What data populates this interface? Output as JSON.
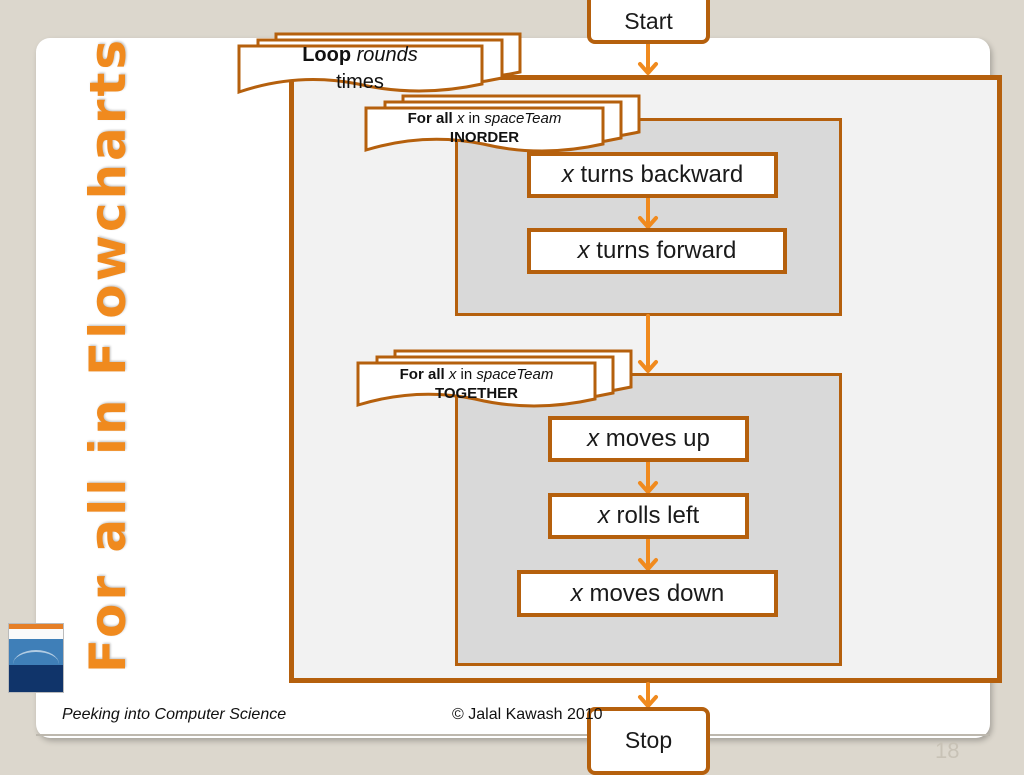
{
  "slide": {
    "vertical_title": "For all in Flowcharts",
    "footer_left": "Peeking into Computer Science",
    "footer_center": "© Jalal Kawash 2010",
    "page_number": "18"
  },
  "flowchart": {
    "start_label": "Start",
    "stop_label": "Stop",
    "loop": {
      "keyword": "Loop",
      "variable": "rounds",
      "suffix": "times"
    },
    "for_all_1": {
      "keyword": "For all",
      "var": "x",
      "in_word": "in",
      "collection": "spaceTeam",
      "mode": "INORDER",
      "steps": [
        {
          "var": "x",
          "action": "turns backward"
        },
        {
          "var": "x",
          "action": "turns forward"
        }
      ]
    },
    "for_all_2": {
      "keyword": "For all",
      "var": "x",
      "in_word": "in",
      "collection": "spaceTeam",
      "mode": "TOGETHER",
      "steps": [
        {
          "var": "x",
          "action": "moves up"
        },
        {
          "var": "x",
          "action": "rolls left"
        },
        {
          "var": "x",
          "action": "moves down"
        }
      ]
    }
  },
  "colors": {
    "title_orange": "#f08a1e",
    "box_border_brown": "#b5600d",
    "arrow_orange": "#f08a1e",
    "inner_box_fill": "#d9d9d9",
    "loop_fill": "#f2f2f2",
    "background": "#dcd7cd"
  }
}
